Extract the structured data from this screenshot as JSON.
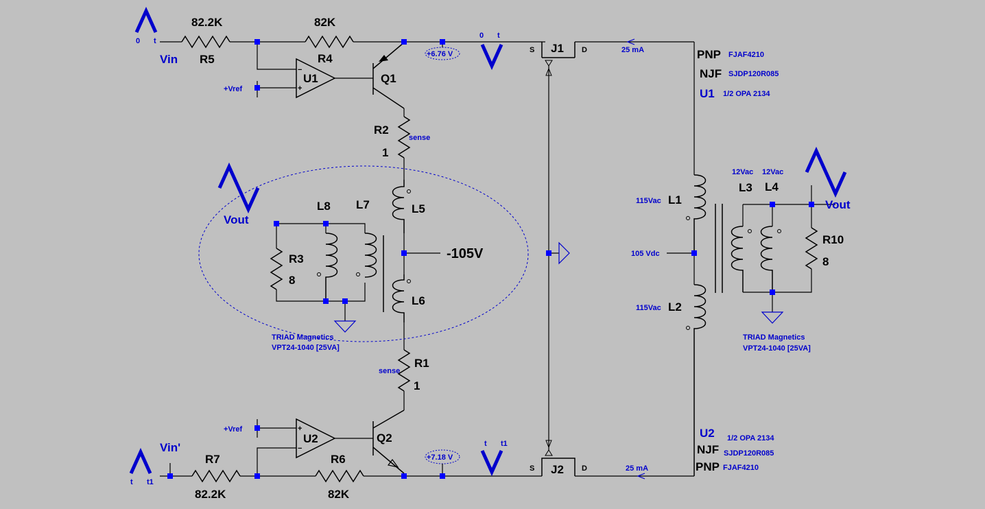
{
  "schematic": {
    "top": {
      "vin_label": "Vin",
      "vin_src_zero": "0",
      "vin_src_t": "t",
      "r5_name": "R5",
      "r5_value": "82.2K",
      "r4_name": "R4",
      "r4_value": "82K",
      "u1_name": "U1",
      "vref_label": "+Vref",
      "q1_name": "Q1",
      "probe_value": "+6.76 V",
      "vprobe_zero": "0",
      "vprobe_t": "t",
      "j_name": "J1",
      "j_source": "S",
      "j_drain": "D",
      "current": "25 mA"
    },
    "bottom": {
      "vin_label": "Vin'",
      "vin_src_t": "t",
      "vin_src_t1": "t1",
      "r7_name": "R7",
      "r7_value": "82.2K",
      "r6_name": "R6",
      "r6_value": "82K",
      "u2_name": "U2",
      "vref_label": "+Vref",
      "q2_name": "Q2",
      "probe_value": "+7.18 V",
      "vprobe_t": "t",
      "vprobe_t1": "t1",
      "j_name": "J2",
      "j_source": "S",
      "j_drain": "D",
      "current": "25 mA"
    },
    "sense": {
      "r2_name": "R2",
      "r2_value": "1",
      "r2_note": "sense",
      "r1_name": "R1",
      "r1_value": "1",
      "r1_note": "sense",
      "l5_name": "L5",
      "l6_name": "L6",
      "tap_voltage": "-105V"
    },
    "left_xfmr": {
      "vout_label": "Vout",
      "l8_name": "L8",
      "l7_name": "L7",
      "r3_name": "R3",
      "r3_value": "8",
      "maker": "TRIAD Magnetics",
      "part": "VPT24-1040 [25VA]"
    },
    "right_xfmr": {
      "l1_name": "L1",
      "l1_rating": "115Vac",
      "l2_name": "L2",
      "l2_rating": "115Vac",
      "center_voltage": "105 Vdc",
      "l3_name": "L3",
      "l3_rating": "12Vac",
      "l4_name": "L4",
      "l4_rating": "12Vac",
      "r10_name": "R10",
      "r10_value": "8",
      "vout_label": "Vout",
      "maker": "TRIAD Magnetics",
      "part": "VPT24-1040 [25VA]"
    },
    "parts_top": {
      "pnp_label": "PNP",
      "pnp_part": "FJAF4210",
      "njf_label": "NJF",
      "njf_part": "SJDP120R085",
      "u_label": "U1",
      "u_part": "1/2 OPA 2134"
    },
    "parts_bottom": {
      "u_label": "U2",
      "u_part": "1/2 OPA 2134",
      "njf_label": "NJF",
      "njf_part": "SJDP120R085",
      "pnp_label": "PNP",
      "pnp_part": "FJAF4210"
    }
  }
}
